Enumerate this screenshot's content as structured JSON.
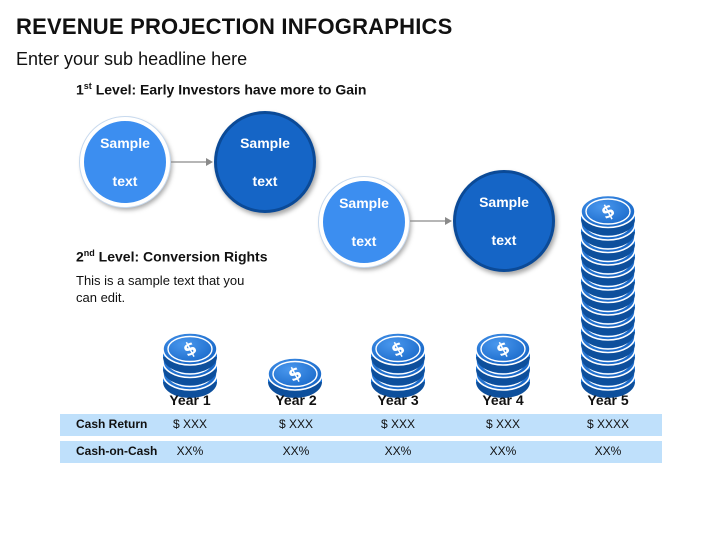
{
  "header": {
    "title": "REVENUE PROJECTION INFOGRAPHICS",
    "subtitle": "Enter your sub headline here"
  },
  "level1": {
    "ordinal": "1",
    "suffix": "st",
    "text": " Level: Early Investors have more to Gain"
  },
  "level2": {
    "ordinal": "2",
    "suffix": "nd",
    "text": " Level: Conversion Rights"
  },
  "body_text": "This is a sample text that you can edit.",
  "circles": [
    {
      "line1": "Sample",
      "line2": "text"
    },
    {
      "line1": "Sample",
      "line2": "text"
    },
    {
      "line1": "Sample",
      "line2": "text"
    },
    {
      "line1": "Sample",
      "line2": "text"
    }
  ],
  "years": [
    "Year 1",
    "Year 2",
    "Year 3",
    "Year 4",
    "Year 5"
  ],
  "coin_stacks": [
    3,
    1,
    3,
    3,
    14
  ],
  "table": {
    "rows": [
      {
        "label": "Cash Return",
        "values": [
          "$ XXX",
          "$ XXX",
          "$ XXX",
          "$ XXX",
          "$ XXXX"
        ]
      },
      {
        "label": "Cash-on-Cash",
        "values": [
          "XX%",
          "XX%",
          "XX%",
          "XX%",
          "XX%"
        ]
      }
    ]
  },
  "colors": {
    "light_circle": "#3c8ef0",
    "dark_circle": "#1565c6",
    "coin": "#1b74d8",
    "row_fill": "#bfe0fb"
  }
}
